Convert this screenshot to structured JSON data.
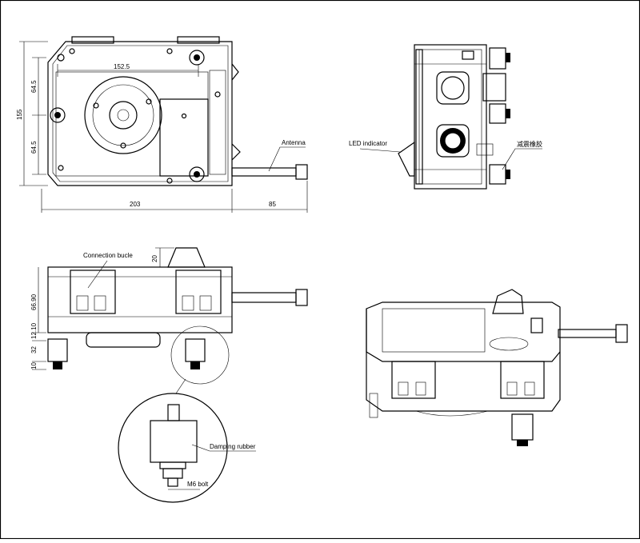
{
  "dimensions": {
    "width_152_5": "152.5",
    "height_155": "155",
    "upper_64_5": "64.5",
    "lower_64_5": "64.5",
    "width_203": "203",
    "antenna_85": "85",
    "top_20": "20",
    "height_66_90": "66.90",
    "gap_12_10": "12.10",
    "rubber_32": "32",
    "bolt_10": "10"
  },
  "labels": {
    "antenna": "Antenna",
    "led_indicator": "LED indicator",
    "damping_rubber_cn": "减震橡胶",
    "connection_bucle": "Connection bucle",
    "damping_rubber": "Damping rubber",
    "m6_bolt": "M6 bolt"
  }
}
